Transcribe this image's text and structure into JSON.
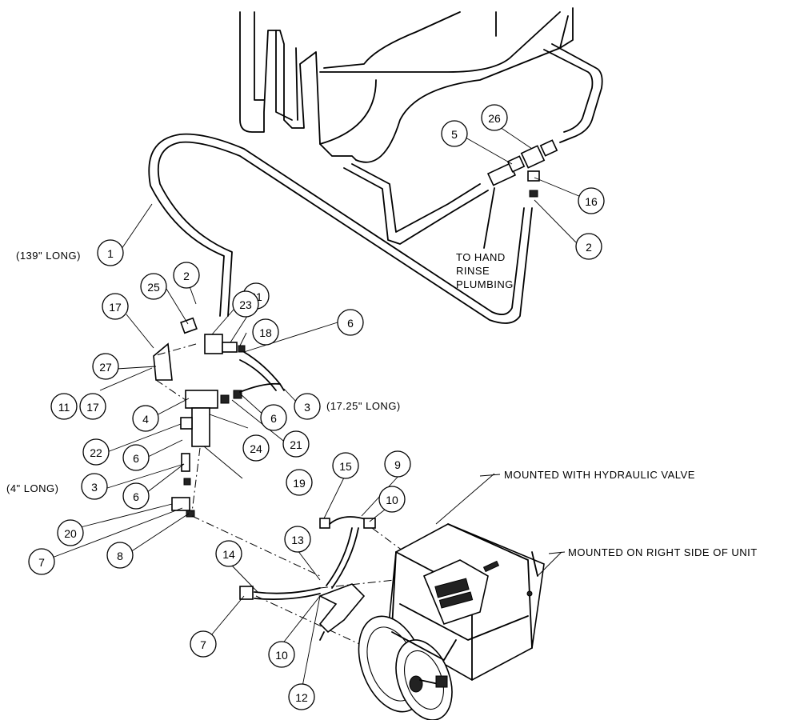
{
  "diagram": {
    "balloons": [
      {
        "id": "b1",
        "label": "1"
      },
      {
        "id": "b2a",
        "label": "2"
      },
      {
        "id": "b2b",
        "label": "2"
      },
      {
        "id": "b3a",
        "label": "3"
      },
      {
        "id": "b3b",
        "label": "3"
      },
      {
        "id": "b4",
        "label": "4"
      },
      {
        "id": "b5",
        "label": "5"
      },
      {
        "id": "b6a",
        "label": "6"
      },
      {
        "id": "b6b",
        "label": "6"
      },
      {
        "id": "b6c",
        "label": "6"
      },
      {
        "id": "b6d",
        "label": "6"
      },
      {
        "id": "b7a",
        "label": "7"
      },
      {
        "id": "b7b",
        "label": "7"
      },
      {
        "id": "b8",
        "label": "8"
      },
      {
        "id": "b9",
        "label": "9"
      },
      {
        "id": "b10a",
        "label": "10"
      },
      {
        "id": "b10b",
        "label": "10"
      },
      {
        "id": "b11",
        "label": "11"
      },
      {
        "id": "b12",
        "label": "12"
      },
      {
        "id": "b13",
        "label": "13"
      },
      {
        "id": "b14",
        "label": "14"
      },
      {
        "id": "b15",
        "label": "15"
      },
      {
        "id": "b16",
        "label": "16"
      },
      {
        "id": "b17a",
        "label": "17"
      },
      {
        "id": "b17b",
        "label": "17"
      },
      {
        "id": "b18",
        "label": "18"
      },
      {
        "id": "b19",
        "label": "19"
      },
      {
        "id": "b20",
        "label": "20"
      },
      {
        "id": "b21a",
        "label": "21"
      },
      {
        "id": "b21b",
        "label": "21"
      },
      {
        "id": "b22",
        "label": "22"
      },
      {
        "id": "b23",
        "label": "23"
      },
      {
        "id": "b24",
        "label": "24"
      },
      {
        "id": "b25",
        "label": "25"
      },
      {
        "id": "b26",
        "label": "26"
      },
      {
        "id": "b27",
        "label": "27"
      }
    ],
    "notes": {
      "hose_139": "(139\" LONG)",
      "hose_1725": "(17.25\" LONG)",
      "hose_4": "(4\" LONG)",
      "hand_rinse_1": "TO HAND",
      "hand_rinse_2": "RINSE",
      "hand_rinse_3": "PLUMBING",
      "hydraulic_valve": "MOUNTED WITH HYDRAULIC VALVE",
      "right_side": "MOUNTED ON RIGHT SIDE OF UNIT"
    }
  }
}
